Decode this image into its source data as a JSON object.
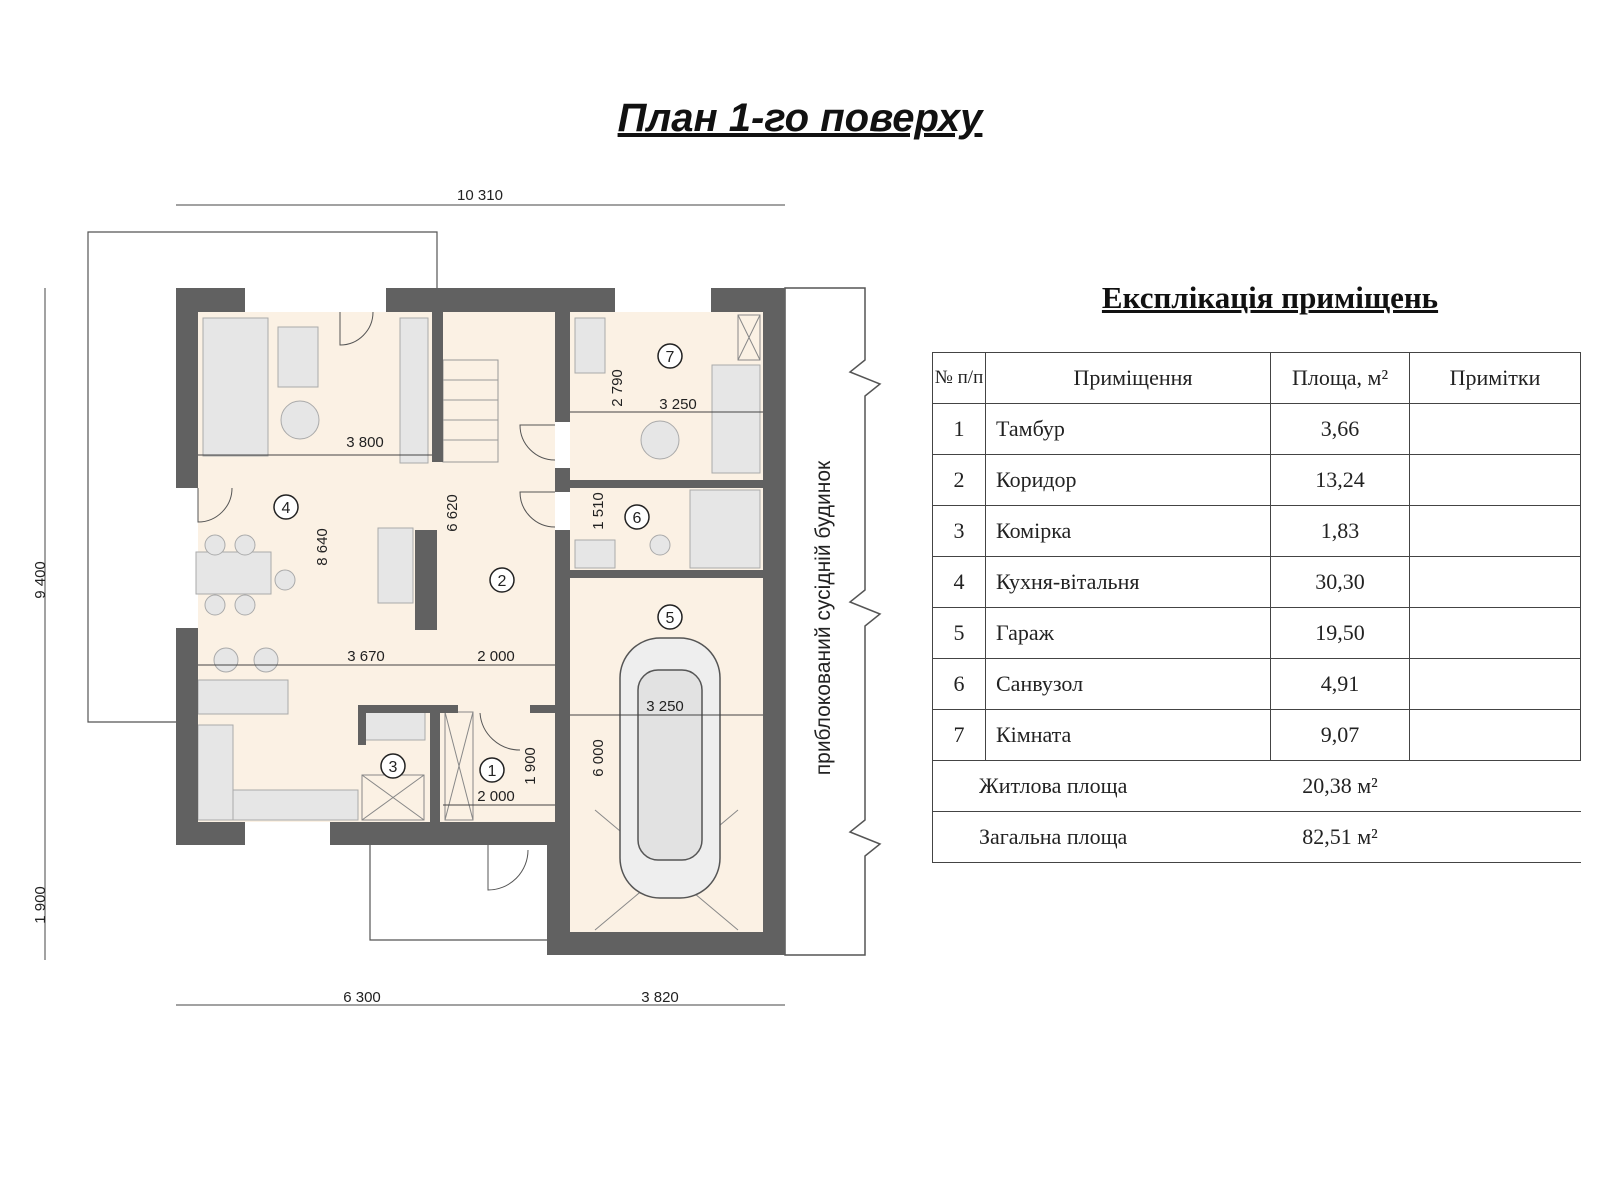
{
  "title": "План 1-го поверху",
  "side_label": "приблокований сусідній будинок",
  "dimensions": {
    "overall_width": "10 310",
    "overall_depth": "9 400",
    "porch_depth": "1 900",
    "house_width": "6 300",
    "garage_width": "3 820",
    "living_width": "3 800",
    "living_depth": "8 640",
    "corridor_depth": "6 620",
    "kitchen_width": "3 670",
    "corridor_width": "2 000",
    "room7_depth": "2 790",
    "room7_width": "3 250",
    "bath_depth": "1 510",
    "garage_inner_width": "3 250",
    "garage_inner_depth": "6 000",
    "vestibule_depth": "1 900",
    "vestibule_width": "2 000"
  },
  "room_markers": [
    "1",
    "2",
    "3",
    "4",
    "5",
    "6",
    "7"
  ],
  "explication": {
    "title": "Експлікація приміщень",
    "headers": {
      "no": "№ п/п",
      "room": "Приміщення",
      "area": "Площа, м²",
      "notes": "Примітки"
    },
    "rows": [
      {
        "no": "1",
        "room": "Тамбур",
        "area": "3,66",
        "notes": ""
      },
      {
        "no": "2",
        "room": "Коридор",
        "area": "13,24",
        "notes": ""
      },
      {
        "no": "3",
        "room": "Комірка",
        "area": "1,83",
        "notes": ""
      },
      {
        "no": "4",
        "room": "Кухня-вітальня",
        "area": "30,30",
        "notes": ""
      },
      {
        "no": "5",
        "room": "Гараж",
        "area": "19,50",
        "notes": ""
      },
      {
        "no": "6",
        "room": "Санвузол",
        "area": "4,91",
        "notes": ""
      },
      {
        "no": "7",
        "room": "Кімната",
        "area": "9,07",
        "notes": ""
      }
    ],
    "living_area_label": "Житлова площа",
    "living_area_value": "20,38 м²",
    "total_area_label": "Загальна площа",
    "total_area_value": "82,51 м²"
  },
  "colors": {
    "wall": "#616161",
    "floor": "#fbf1e4",
    "furniture": "#e6e6e6"
  }
}
